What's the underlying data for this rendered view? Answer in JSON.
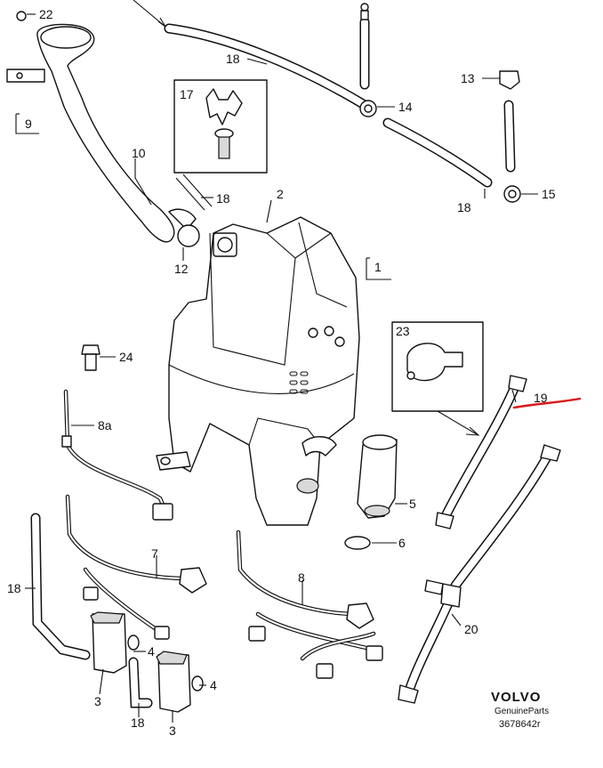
{
  "labels": {
    "c1": "1",
    "c2": "2",
    "c3a": "3",
    "c3b": "3",
    "c4a": "4",
    "c4b": "4",
    "c5": "5",
    "c6": "6",
    "c7": "7",
    "c8": "8",
    "c8a": "8a",
    "c9": "9",
    "c10": "10",
    "c12": "12",
    "c13": "13",
    "c14": "14",
    "c15": "15",
    "c17": "17",
    "c18a": "18",
    "c18b": "18",
    "c18c": "18",
    "c18d": "18",
    "c18e": "18",
    "c19": "19",
    "c20": "20",
    "c22": "22",
    "c23": "23",
    "c24": "24"
  },
  "branding": {
    "brand": "VOLVO",
    "sub": "GenuineParts",
    "number": "3678642r"
  },
  "colors": {
    "line": "#111111",
    "annotation": "#d9161a"
  }
}
